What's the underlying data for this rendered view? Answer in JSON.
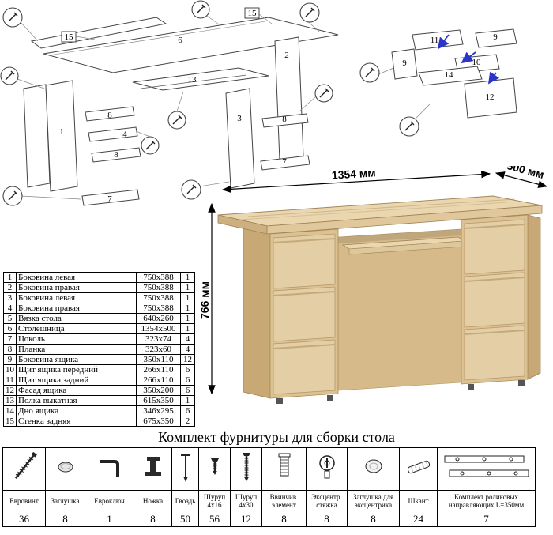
{
  "dimensions": {
    "width": "1354 мм",
    "depth": "500 мм",
    "height": "766 мм"
  },
  "diagram_left": {
    "labels": [
      "15",
      "6",
      "15",
      "13",
      "1",
      "8",
      "4",
      "8",
      "7",
      "2",
      "3",
      "8",
      "7"
    ]
  },
  "diagram_right": {
    "labels": [
      "11",
      "9",
      "9",
      "10",
      "14",
      "12"
    ]
  },
  "parts_table": {
    "rows": [
      {
        "num": "1",
        "name": "Боковина левая",
        "size": "750x388",
        "qty": "1"
      },
      {
        "num": "2",
        "name": "Боковина правая",
        "size": "750x388",
        "qty": "1"
      },
      {
        "num": "3",
        "name": "Боковина левая",
        "size": "750x388",
        "qty": "1"
      },
      {
        "num": "4",
        "name": "Боковина правая",
        "size": "750x388",
        "qty": "1"
      },
      {
        "num": "5",
        "name": "Вязка стола",
        "size": "640x260",
        "qty": "1"
      },
      {
        "num": "6",
        "name": "Столешница",
        "size": "1354x500",
        "qty": "1"
      },
      {
        "num": "7",
        "name": "Цоколь",
        "size": "323x74",
        "qty": "4"
      },
      {
        "num": "8",
        "name": "Планка",
        "size": "323x60",
        "qty": "4"
      },
      {
        "num": "9",
        "name": "Боковина ящика",
        "size": "350x110",
        "qty": "12"
      },
      {
        "num": "10",
        "name": "Щит ящика передний",
        "size": "266x110",
        "qty": "6"
      },
      {
        "num": "11",
        "name": "Щит ящика задний",
        "size": "266x110",
        "qty": "6"
      },
      {
        "num": "12",
        "name": "Фасад ящика",
        "size": "350x200",
        "qty": "6"
      },
      {
        "num": "13",
        "name": "Полка выкатная",
        "size": "615x350",
        "qty": "1"
      },
      {
        "num": "14",
        "name": "Дно ящика",
        "size": "346x295",
        "qty": "6"
      },
      {
        "num": "15",
        "name": "Стенка задняя",
        "size": "675x350",
        "qty": "2"
      }
    ]
  },
  "hardware": {
    "title": "Комплект фурнитуры для сборки стола",
    "items": [
      {
        "name": "Евровинт",
        "qty": "36"
      },
      {
        "name": "Заглушка",
        "qty": "8"
      },
      {
        "name": "Евроключ",
        "qty": "1"
      },
      {
        "name": "Ножка",
        "qty": "8"
      },
      {
        "name": "Гвоздь",
        "qty": "50"
      },
      {
        "name": "Шуруп 4x16",
        "qty": "56"
      },
      {
        "name": "Шуруп 4x30",
        "qty": "12"
      },
      {
        "name": "Ввинчив. элемент",
        "qty": "8"
      },
      {
        "name": "Эксцентр. стяжка",
        "qty": "8"
      },
      {
        "name": "Заглушка для эксцентрика",
        "qty": "8"
      },
      {
        "name": "Шкант",
        "qty": "24"
      },
      {
        "name": "Комплект роликовых направляющих L=350мм",
        "qty": "7"
      }
    ]
  }
}
